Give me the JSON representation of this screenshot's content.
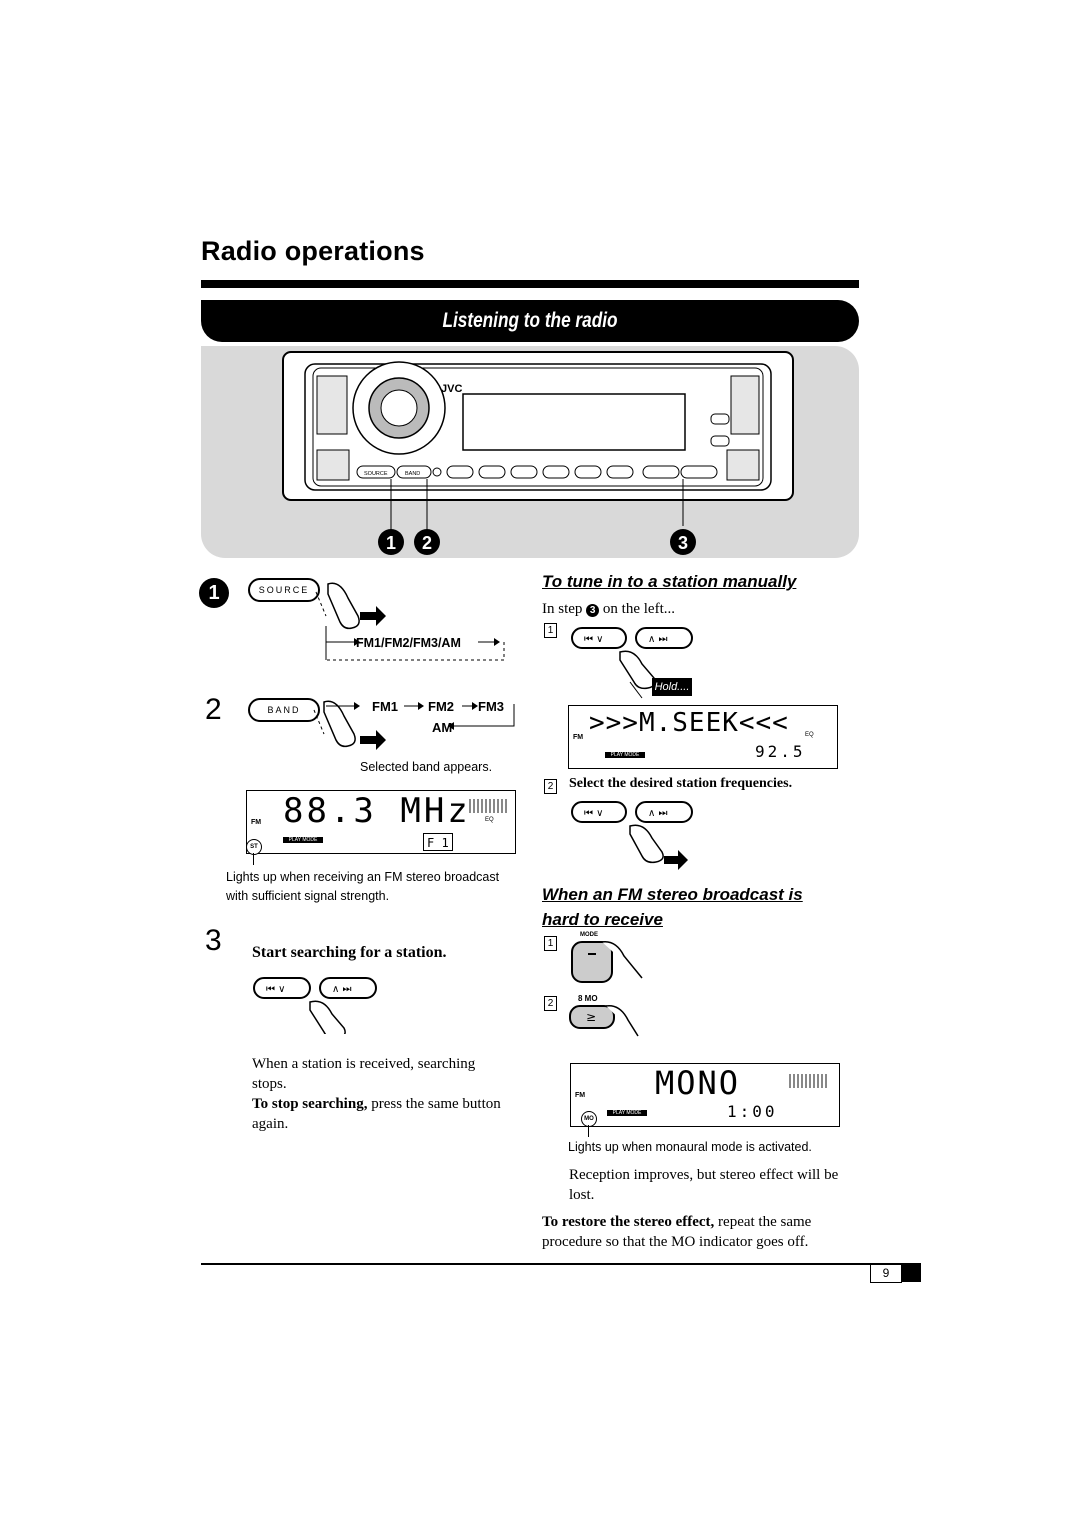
{
  "page": {
    "title": "Radio operations",
    "banner": "Listening to the radio",
    "page_number": "9"
  },
  "device": {
    "brand": "JVC",
    "source_button": "SOURCE",
    "band_button": "BAND",
    "callouts": [
      "1",
      "2",
      "3"
    ]
  },
  "left": {
    "step1_num": "1",
    "step1_cycle": "FM1/FM2/FM3/AM",
    "step2_num": "2",
    "step2_cycle": [
      "FM1",
      "FM2",
      "FM3",
      "AM"
    ],
    "selected_band_caption": "Selected band appears.",
    "lcd1_text": "88.3 MHz",
    "lcd1_sub": "F 1",
    "st_indicator": "ST",
    "st_caption": "Lights up when receiving an FM stereo broadcast with sufficient signal strength.",
    "step3_num": "3",
    "step3_heading": "Start searching for a station.",
    "step3_note": "When a station is received, searching stops.",
    "stop_bold": "To stop searching,",
    "stop_text": "press the same button again."
  },
  "right": {
    "manual_heading": "To tune in to a station manually",
    "manual_intro_pre": "In step",
    "manual_intro_circle": "3",
    "manual_intro_post": "on the left...",
    "box1": "1",
    "hold_label": "Hold....",
    "lcd2_text": ">>>M.SEEK<<<",
    "lcd2_sub": "92.5",
    "box2": "2",
    "select_text": "Select the desired station frequencies.",
    "stereo_heading": "When an FM stereo broadcast is hard to receive",
    "box3": "1",
    "mode_label": "MODE",
    "box4": "2",
    "mo_label": "8 MO",
    "lcd3_text": "MONO",
    "lcd3_sub": "1:00",
    "mo_indicator": "MO",
    "mono_caption": "Lights up when monaural mode is activated.",
    "reception_text": "Reception improves, but stereo effect will be lost.",
    "restore_bold": "To restore the stereo effect,",
    "restore_text": "repeat the same procedure so that the MO indicator goes off."
  },
  "lcd_indicators": {
    "fm": "FM",
    "play_mode": "PLAY MODE",
    "eq": "EQ"
  }
}
